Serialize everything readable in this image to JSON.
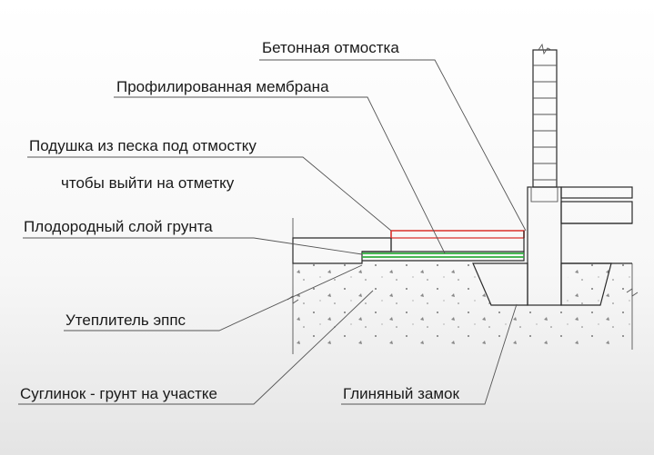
{
  "labels": {
    "concrete_blind_area": "Бетонная отмостка",
    "profiled_membrane": "Профилированная мембрана",
    "sand_cushion_line1": "Подушка из песка под отмостку",
    "sand_cushion_line2": "чтобы выйти на отметку",
    "fertile_soil": "Плодородный слой грунта",
    "eps_insulation": "Утеплитель эппс",
    "loam_soil": "Суглинок - грунт на участке",
    "clay_lock": "Глиняный замок"
  },
  "colors": {
    "membrane": "#d9302b",
    "insulation": "#2fae3c",
    "line": "#2a2a2a"
  }
}
